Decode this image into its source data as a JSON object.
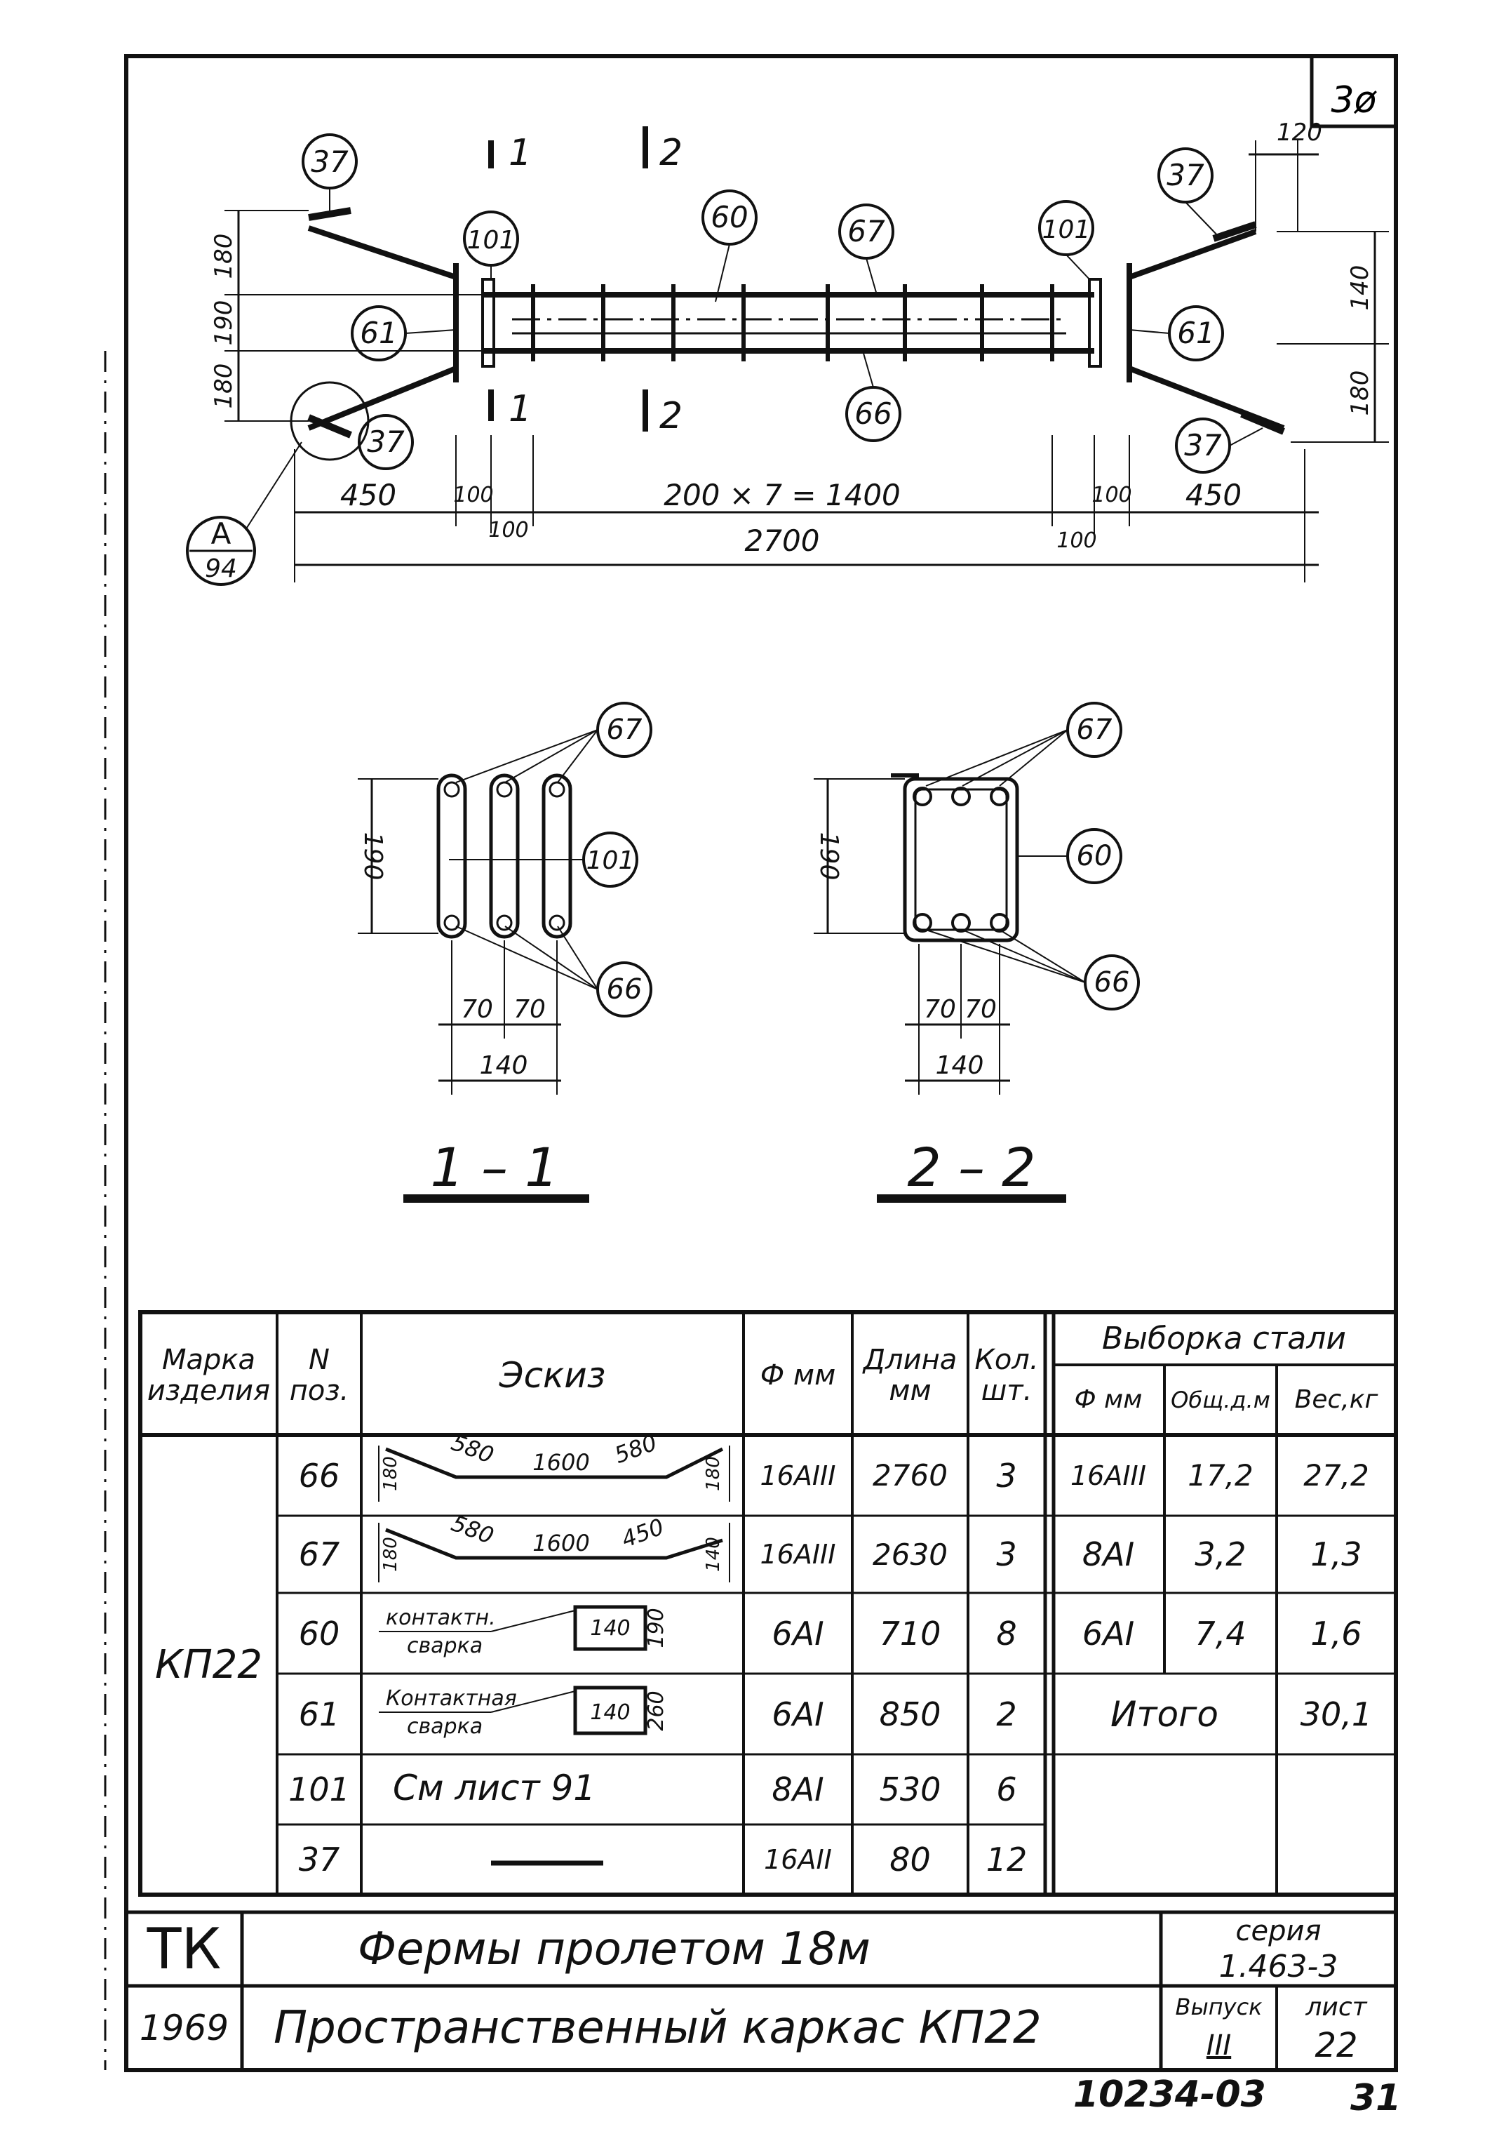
{
  "sheet_corner": "3ø",
  "drawing": {
    "cut_marks": {
      "cut1": "1",
      "cut2": "2"
    },
    "pos_labels": {
      "p37": "37",
      "p101": "101",
      "p60": "60",
      "p67": "67",
      "p61": "61",
      "p66": "66"
    },
    "dims": {
      "d120": "120",
      "d180a": "180",
      "d190": "190",
      "d180b": "180",
      "d140r": "140",
      "d180r": "180",
      "d450l": "450",
      "d100a": "100",
      "d100b": "100",
      "d_mid": "200 × 7 = 1400",
      "d100c": "100",
      "d100d": "100",
      "d450r": "450",
      "d_total": "2700"
    },
    "detail_ref": {
      "letter": "A",
      "sheet": "94"
    }
  },
  "sections": {
    "s1": {
      "title": "1 – 1",
      "h": "190",
      "w1": "70",
      "w2": "70",
      "wt": "140",
      "labels": [
        "67",
        "101",
        "66"
      ]
    },
    "s2": {
      "title": "2 – 2",
      "h": "190",
      "w1": "70",
      "w2": "70",
      "wt": "140",
      "labels": [
        "67",
        "60",
        "66"
      ]
    }
  },
  "spec_table": {
    "headers": {
      "mark": "Марка изделия",
      "pos": "N поз.",
      "sketch": "Эскиз",
      "dia": "Ф мм",
      "length": "Длина мм",
      "qty": "Кол. шт.",
      "steel": "Выборка стали",
      "steel_dia": "Ф мм",
      "steel_len": "Общ.д.м",
      "steel_wt": "Вес,кг"
    },
    "mark": "КП22",
    "rows": [
      {
        "pos": "66",
        "dia": "16AIII",
        "length": "2760",
        "qty": "3",
        "sketch": {
          "a": "180",
          "b": "580",
          "c": "1600",
          "d": "580",
          "e": "180"
        }
      },
      {
        "pos": "67",
        "dia": "16AIII",
        "length": "2630",
        "qty": "3",
        "sketch": {
          "a": "180",
          "b": "580",
          "c": "1600",
          "d": "450",
          "e": "140"
        }
      },
      {
        "pos": "60",
        "dia": "6AI",
        "length": "710",
        "qty": "8",
        "sketch": {
          "t1": "контактн.",
          "t2": "сварка",
          "w": "140",
          "h": "190"
        }
      },
      {
        "pos": "61",
        "dia": "6AI",
        "length": "850",
        "qty": "2",
        "sketch": {
          "t1": "Контактная",
          "t2": "сварка",
          "w": "140",
          "h": "260"
        }
      },
      {
        "pos": "101",
        "dia": "8AI",
        "length": "530",
        "qty": "6",
        "sketch": {
          "text": "См лист 91"
        }
      },
      {
        "pos": "37",
        "dia": "16AII",
        "length": "80",
        "qty": "12",
        "sketch": {}
      }
    ],
    "steel": [
      {
        "dia": "16AIII",
        "len": "17,2",
        "wt": "27,2"
      },
      {
        "dia": "8AI",
        "len": "3,2",
        "wt": "1,3"
      },
      {
        "dia": "6AI",
        "len": "7,4",
        "wt": "1,6"
      }
    ],
    "total_label": "Итого",
    "total": "30,1"
  },
  "title_block": {
    "org": "ТК",
    "year": "1969",
    "title1": "Фермы пролетом 18м",
    "title2": "Пространственный каркас КП22",
    "series_label": "серия",
    "series": "1.463-3",
    "issue_label": "Выпуск",
    "issue": "III",
    "sheet_label": "лист",
    "sheet": "22"
  },
  "footer": {
    "code": "10234-03",
    "page": "31"
  }
}
